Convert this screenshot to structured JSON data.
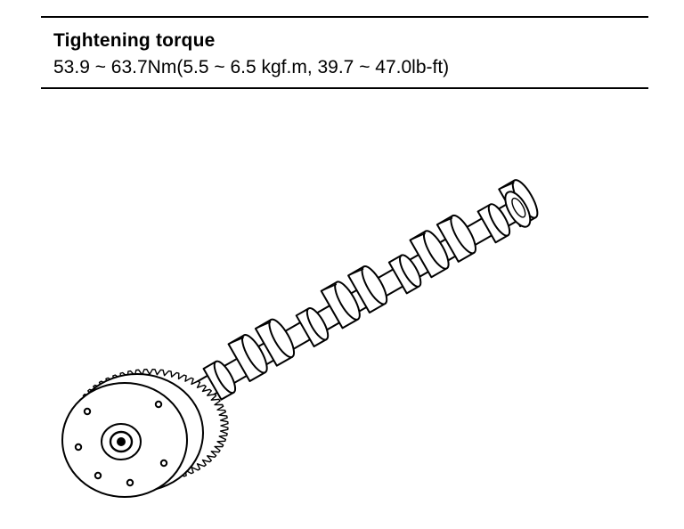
{
  "spec": {
    "title": "Tightening torque",
    "value": "53.9 ~ 63.7Nm(5.5 ~ 6.5 kgf.m, 39.7 ~ 47.0lb-ft)"
  },
  "illustration": {
    "subject": "camshaft-with-timing-sprocket",
    "line_color": "#000000",
    "fill_color": "#ffffff"
  }
}
